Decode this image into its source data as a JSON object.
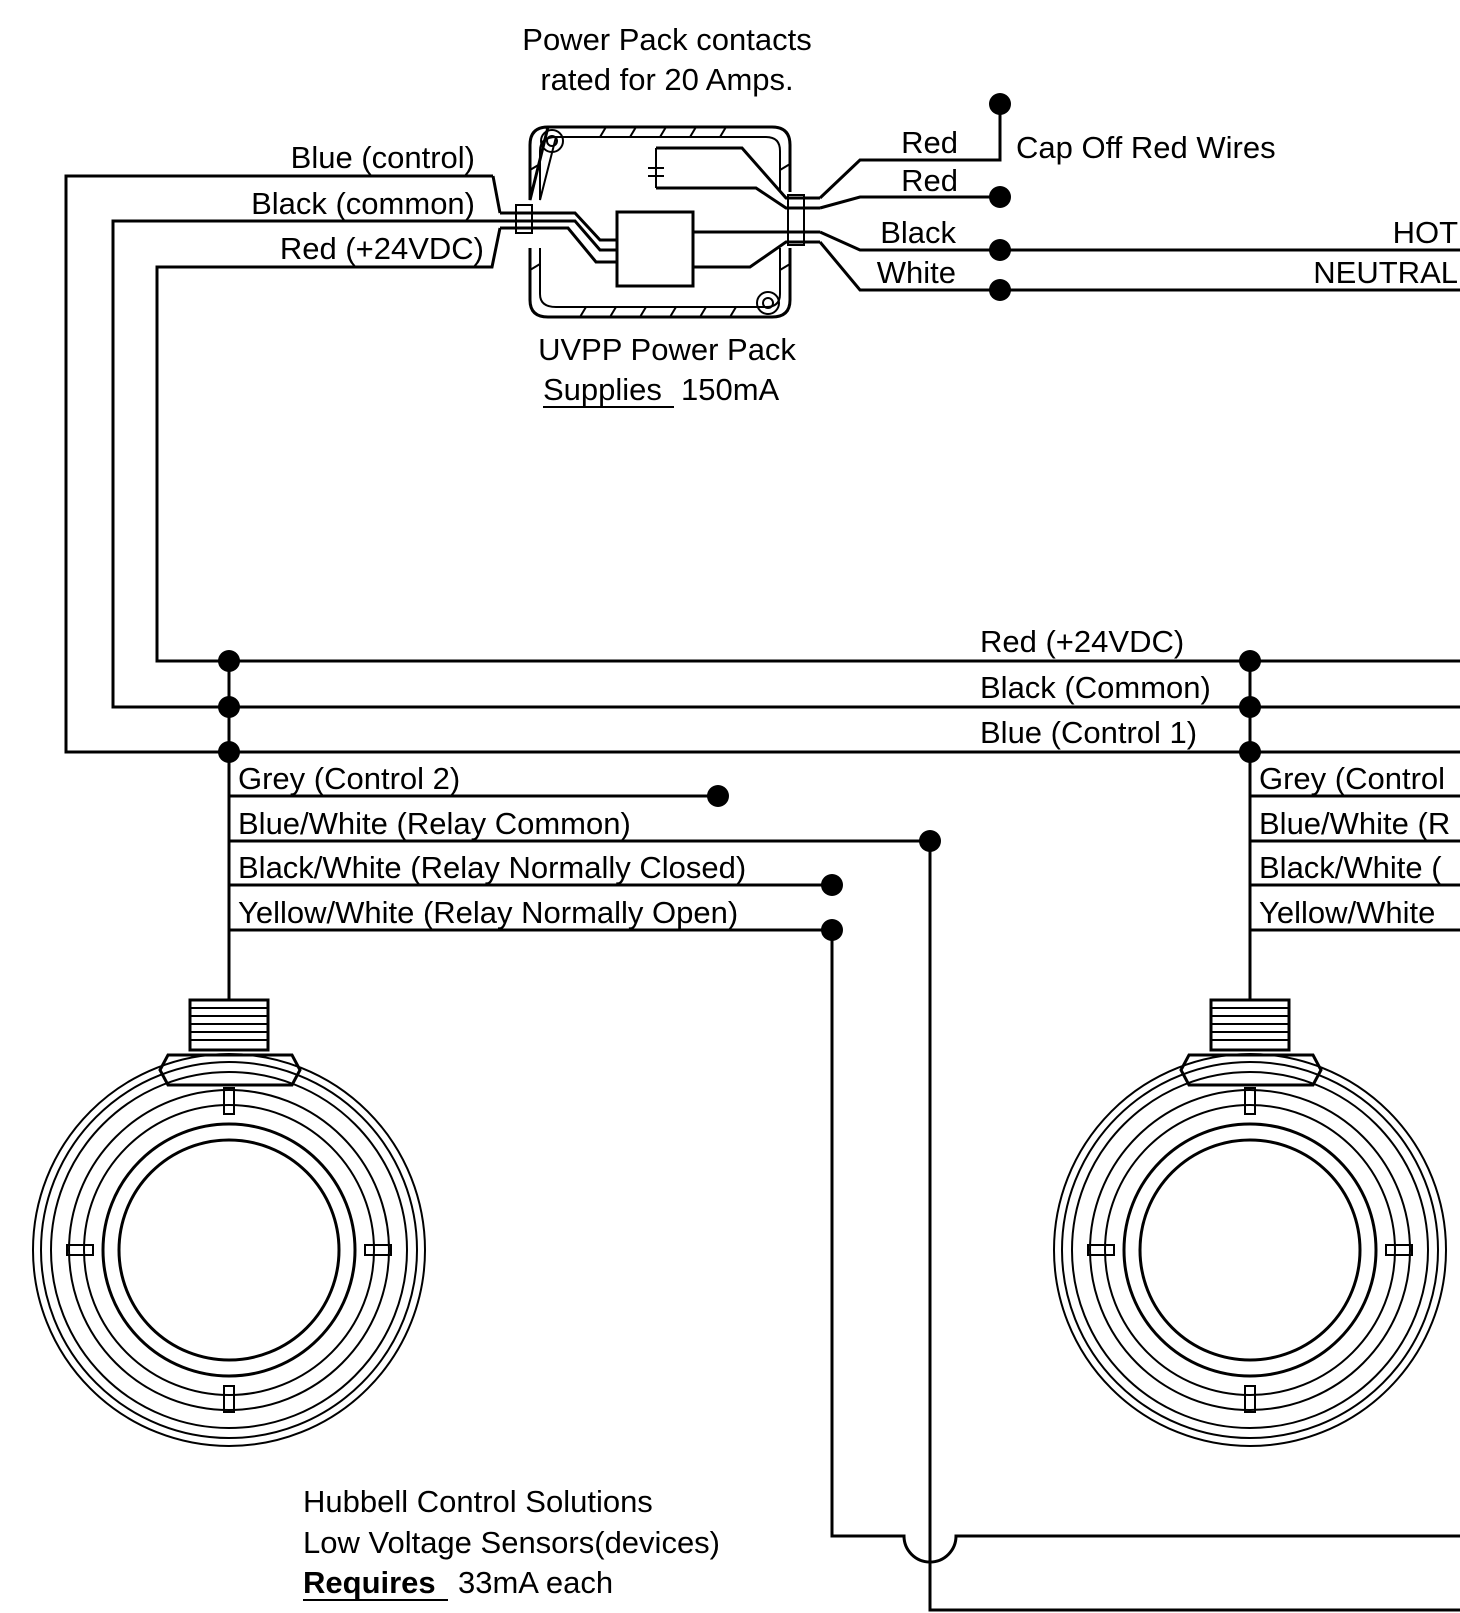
{
  "power_pack": {
    "note_line1": "Power Pack contacts",
    "note_line2": "rated for 20 Amps.",
    "name": "UVPP Power Pack",
    "supplies_word": "Supplies",
    "supplies_value": "150mA"
  },
  "pack_low_voltage_leads": {
    "blue": "Blue (control)",
    "black": "Black (common)",
    "red": "Red (+24VDC)"
  },
  "pack_line_leads": {
    "red1": "Red",
    "red2": "Red",
    "cap_note": "Cap Off Red Wires",
    "black": "Black",
    "white": "White",
    "hot": "HOT",
    "neutral": "NEUTRAL"
  },
  "bus": {
    "red": "Red (+24VDC)",
    "black": "Black (Common)",
    "blue": "Blue (Control 1)"
  },
  "sensor_leads": {
    "grey": "Grey (Control 2)",
    "blue_white": "Blue/White (Relay Common)",
    "black_white": "Black/White (Relay Normally Closed)",
    "yellow_white": "Yellow/White (Relay Normally Open)"
  },
  "sensor_right_leads_truncated": {
    "grey": "Grey (Control",
    "blue_white": "Blue/White (R",
    "black_white": "Black/White (",
    "yellow_white": "Yellow/White"
  },
  "footer": {
    "line1": "Hubbell Control Solutions",
    "line2": "Low Voltage Sensors(devices)",
    "requires_word": "Requires",
    "requires_value": "33mA each"
  }
}
